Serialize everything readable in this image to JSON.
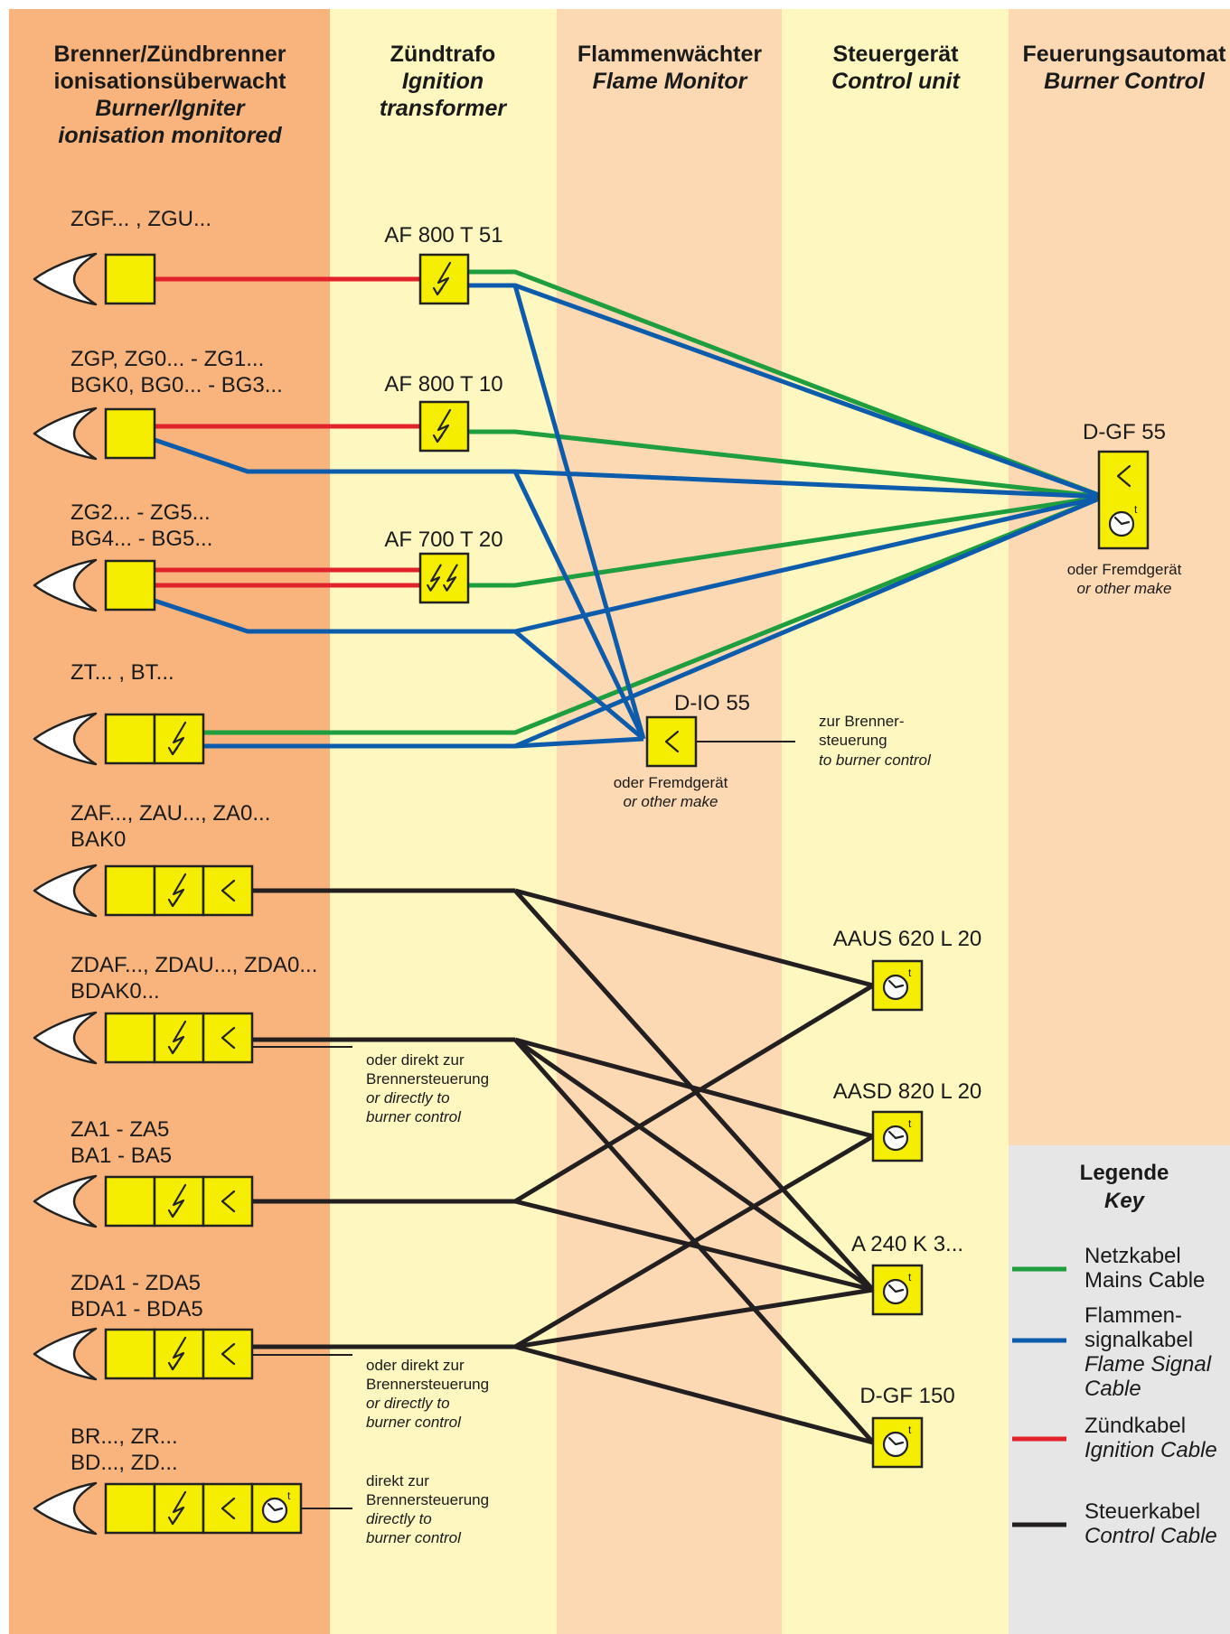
{
  "columns": [
    {
      "title_de": [
        "Brenner/Zündbrenner",
        "ionisationsüberwacht"
      ],
      "title_en": [
        "Burner/Igniter",
        "ionisation monitored"
      ],
      "color": "#f8b47c"
    },
    {
      "title_de": [
        "Zündtrafo"
      ],
      "title_en": [
        "Ignition",
        "transformer"
      ],
      "color": "#fff7c0"
    },
    {
      "title_de": [
        "Flammenwächter"
      ],
      "title_en": [
        "Flame Monitor"
      ],
      "color": "#fdd9b3"
    },
    {
      "title_de": [
        "Steuergerät"
      ],
      "title_en": [
        "Control unit"
      ],
      "color": "#fff7c0"
    },
    {
      "title_de": [
        "Feuerungsautomat"
      ],
      "title_en": [
        "Burner Control"
      ],
      "color": "#fdd9b3"
    }
  ],
  "burners": [
    {
      "lines": [
        "ZGF... , ZGU..."
      ]
    },
    {
      "lines": [
        "ZGP, ZG0... - ZG1...",
        "BGK0, BG0... - BG3..."
      ]
    },
    {
      "lines": [
        "ZG2... - ZG5...",
        "BG4... - BG5..."
      ]
    },
    {
      "lines": [
        "ZT... , BT..."
      ]
    },
    {
      "lines": [
        "ZAF..., ZAU..., ZA0...",
        "BAK0"
      ]
    },
    {
      "lines": [
        "ZDAF..., ZDAU..., ZDA0...",
        "BDAK0..."
      ]
    },
    {
      "lines": [
        "ZA1 - ZA5",
        "BA1 - BA5"
      ]
    },
    {
      "lines": [
        "ZDA1 - ZDA5",
        "BDA1 - BDA5"
      ]
    },
    {
      "lines": [
        "BR..., ZR...",
        "BD..., ZD..."
      ]
    }
  ],
  "transformers": [
    "AF 800 T 51",
    "AF 800 T 10",
    "AF 700 T 20"
  ],
  "flame_monitor": {
    "name": "D-IO 55",
    "note_de": "oder Fremdgerät",
    "note_en": "or other make"
  },
  "flame_monitor_output": {
    "de": [
      "zur Brenner-",
      "steuerung"
    ],
    "en": [
      "to burner control"
    ]
  },
  "burner_control": {
    "name": "D-GF 55",
    "note_de": "oder Fremdgerät",
    "note_en": "or other make"
  },
  "control_units": [
    "AAUS 620 L 20",
    "AASD 820 L 20",
    "A 240 K 3...",
    "D-GF 150"
  ],
  "notes": {
    "or_direct": {
      "de": [
        "oder direkt zur",
        "Brennersteuerung"
      ],
      "en": [
        "or directly to",
        "burner control"
      ]
    },
    "direct": {
      "de": [
        "direkt zur",
        "Brennersteuerung"
      ],
      "en": [
        "directly to",
        "burner control"
      ]
    }
  },
  "legend": {
    "title_de": "Legende",
    "title_en": "Key",
    "items": [
      {
        "lines_de": [
          "Netzkabel"
        ],
        "lines_en": [
          "Mains Cable"
        ],
        "en_italic": false,
        "color": "#1e9e3e"
      },
      {
        "lines_de": [
          "Flammen-",
          "signalkabel"
        ],
        "lines_en": [
          "Flame Signal",
          "Cable"
        ],
        "en_italic": true,
        "color": "#0d5cab"
      },
      {
        "lines_de": [
          "Zündkabel"
        ],
        "lines_en": [
          "Ignition Cable"
        ],
        "en_italic": true,
        "color": "#e1222b"
      },
      {
        "lines_de": [
          "Steuerkabel"
        ],
        "lines_en": [
          "Control Cable"
        ],
        "en_italic": true,
        "color": "#231f20"
      }
    ]
  },
  "colors": {
    "mains": "#1e9e3e",
    "flame_signal": "#0d5cab",
    "ignition": "#e1222b",
    "control": "#231f20",
    "box": "#f6ee00",
    "key_bg": "#e6e6e7"
  }
}
